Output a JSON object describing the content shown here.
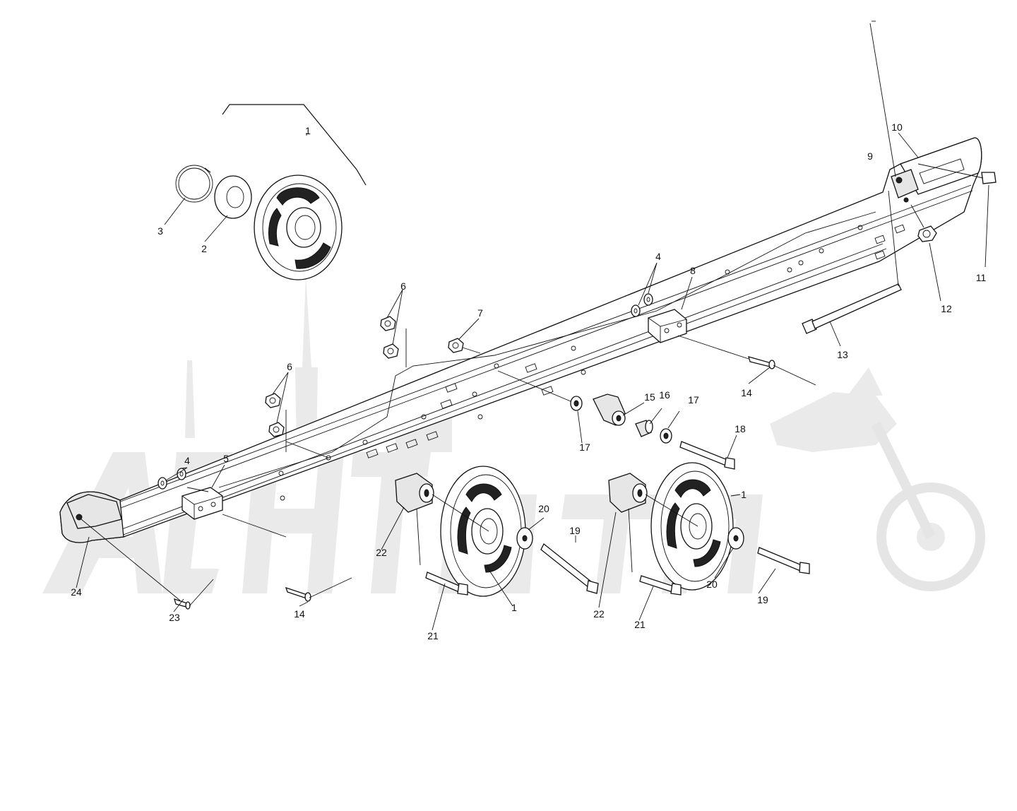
{
  "diagram": {
    "callouts": [
      {
        "id": "c1a",
        "text": "1"
      },
      {
        "id": "c2",
        "text": "2"
      },
      {
        "id": "c3",
        "text": "3"
      },
      {
        "id": "c4a",
        "text": "4"
      },
      {
        "id": "c4b",
        "text": "4"
      },
      {
        "id": "c5",
        "text": "5"
      },
      {
        "id": "c6a",
        "text": "6"
      },
      {
        "id": "c6b",
        "text": "6"
      },
      {
        "id": "c7",
        "text": "7"
      },
      {
        "id": "c8",
        "text": "8"
      },
      {
        "id": "c9",
        "text": "9"
      },
      {
        "id": "c10",
        "text": "10"
      },
      {
        "id": "c11",
        "text": "11"
      },
      {
        "id": "c12",
        "text": "12"
      },
      {
        "id": "c13",
        "text": "13"
      },
      {
        "id": "c14a",
        "text": "14"
      },
      {
        "id": "c14b",
        "text": "14"
      },
      {
        "id": "c15",
        "text": "15"
      },
      {
        "id": "c16",
        "text": "16"
      },
      {
        "id": "c17a",
        "text": "17"
      },
      {
        "id": "c17b",
        "text": "17"
      },
      {
        "id": "c18",
        "text": "18"
      },
      {
        "id": "c19a",
        "text": "19"
      },
      {
        "id": "c19b",
        "text": "19"
      },
      {
        "id": "c20a",
        "text": "20"
      },
      {
        "id": "c20b",
        "text": "20"
      },
      {
        "id": "c1b",
        "text": "1"
      },
      {
        "id": "c1c",
        "text": "1"
      },
      {
        "id": "c21a",
        "text": "21"
      },
      {
        "id": "c21b",
        "text": "21"
      },
      {
        "id": "c22a",
        "text": "22"
      },
      {
        "id": "c22b",
        "text": "22"
      },
      {
        "id": "c23",
        "text": "23"
      },
      {
        "id": "c24",
        "text": "24"
      }
    ]
  },
  "colors": {
    "line": "#111111",
    "watermark": "#e9e9e9",
    "background": "#ffffff"
  },
  "watermark_logo": "AcHTom"
}
